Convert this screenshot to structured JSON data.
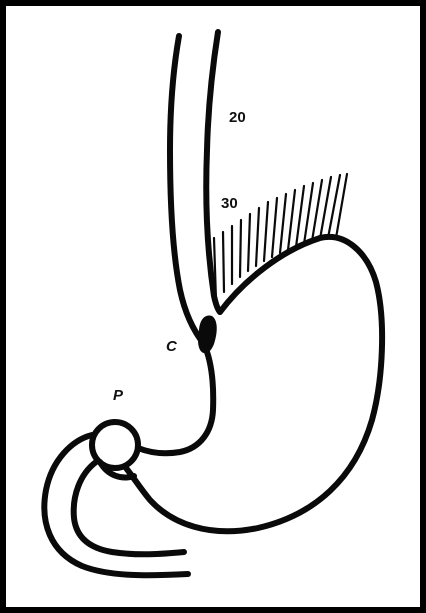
{
  "figure": {
    "labels": {
      "scale_20": "20",
      "scale_30": "30",
      "c": "C",
      "p": "P"
    },
    "colors": {
      "line": "#0a0a0a",
      "frame": "#000000",
      "background": "#ffffff"
    }
  }
}
